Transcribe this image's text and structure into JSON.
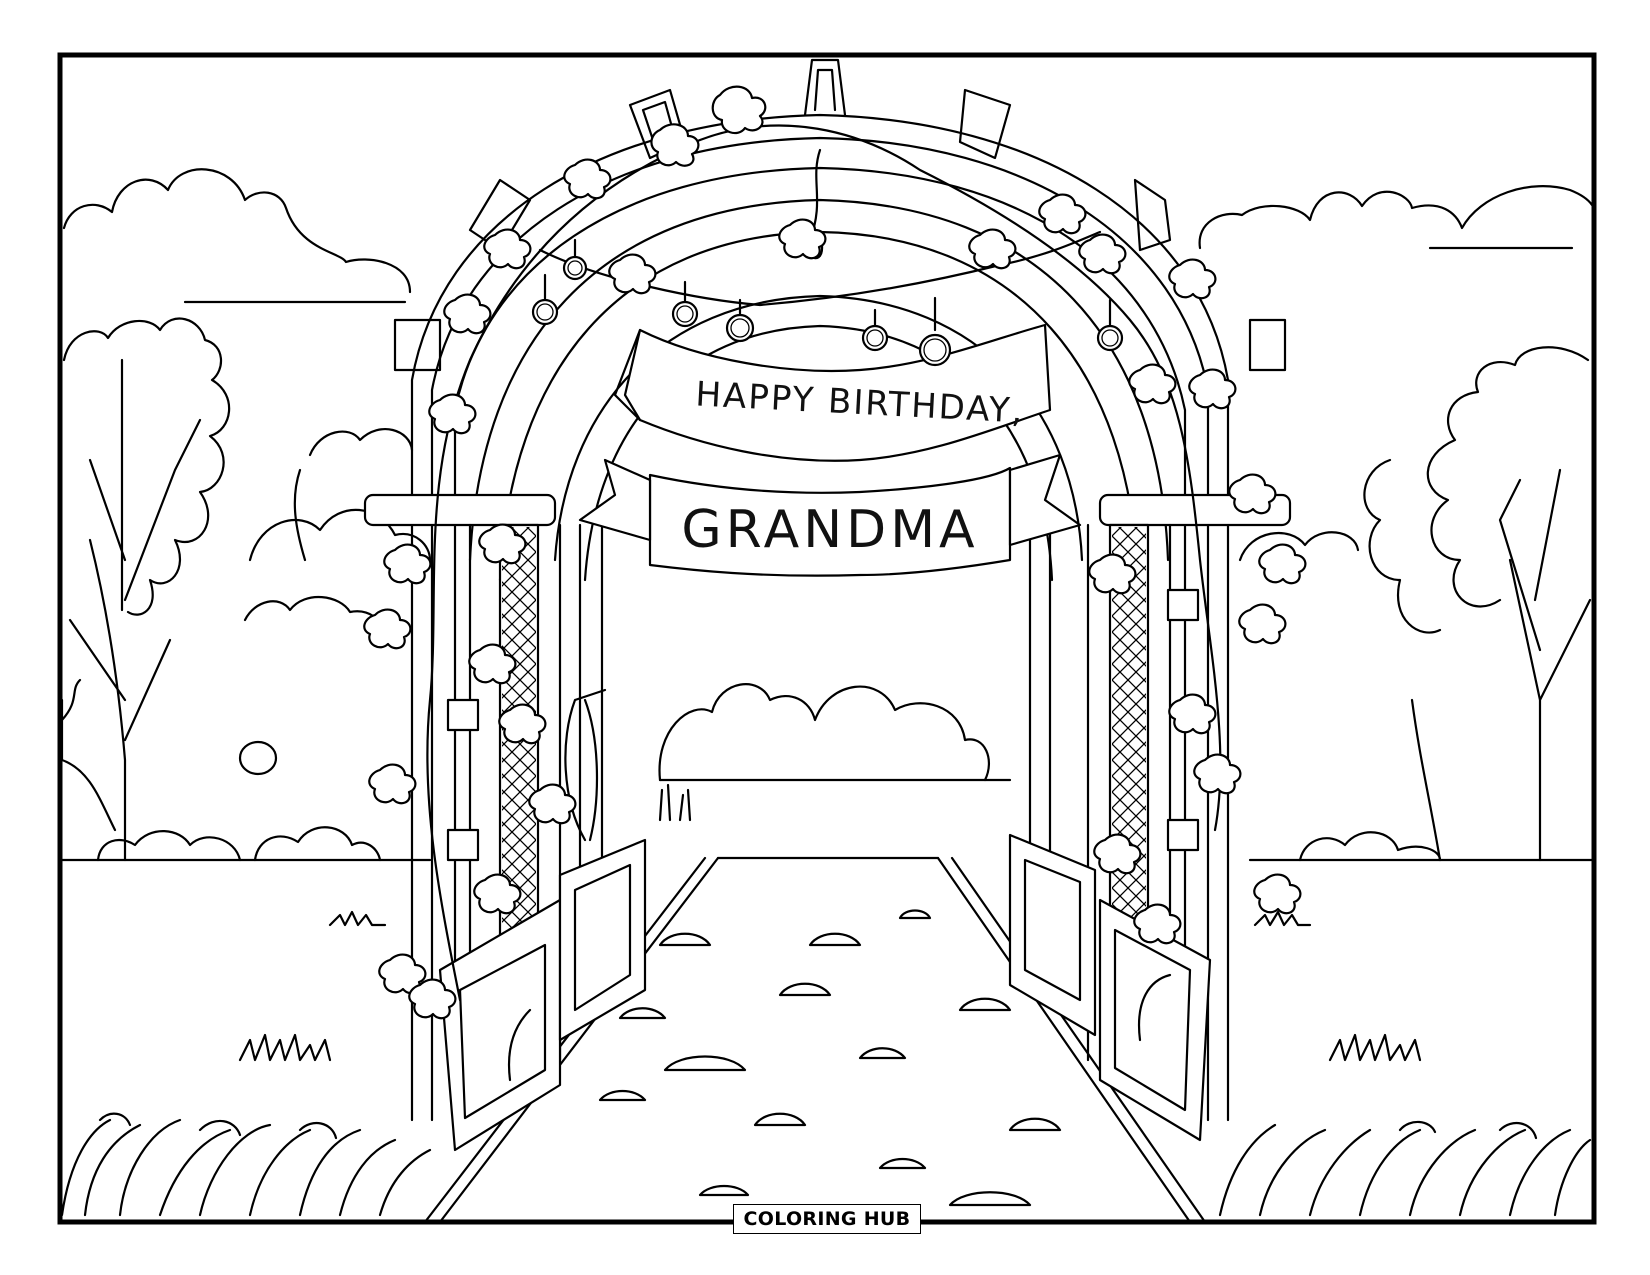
{
  "page": {
    "type": "coloring-page",
    "theme": "garden arch birthday"
  },
  "banner": {
    "line1": "HAPPY BIRTHDAY,",
    "line2": "GRANDMA"
  },
  "watermark": {
    "label": "COLORING HUB"
  },
  "colors": {
    "line": "#000000",
    "background": "#ffffff"
  }
}
